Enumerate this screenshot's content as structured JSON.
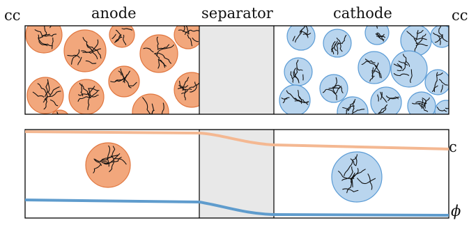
{
  "labels": {
    "cc_left": "cc",
    "anode": "anode",
    "separator": "separator",
    "cathode": "cathode",
    "cc_right": "cc",
    "concentration": "c",
    "potential": "ϕ"
  },
  "colors": {
    "anode_fill": "#f2a77c",
    "anode_edge": "#e0763f",
    "cathode_fill": "#b9d5ee",
    "cathode_edge": "#5a9bd5",
    "separator_fill": "#e8e8e8",
    "concentration_line": "#f4b892",
    "potential_line": "#5f9ccd",
    "frame": "#000000",
    "crack": "#111111"
  }
}
